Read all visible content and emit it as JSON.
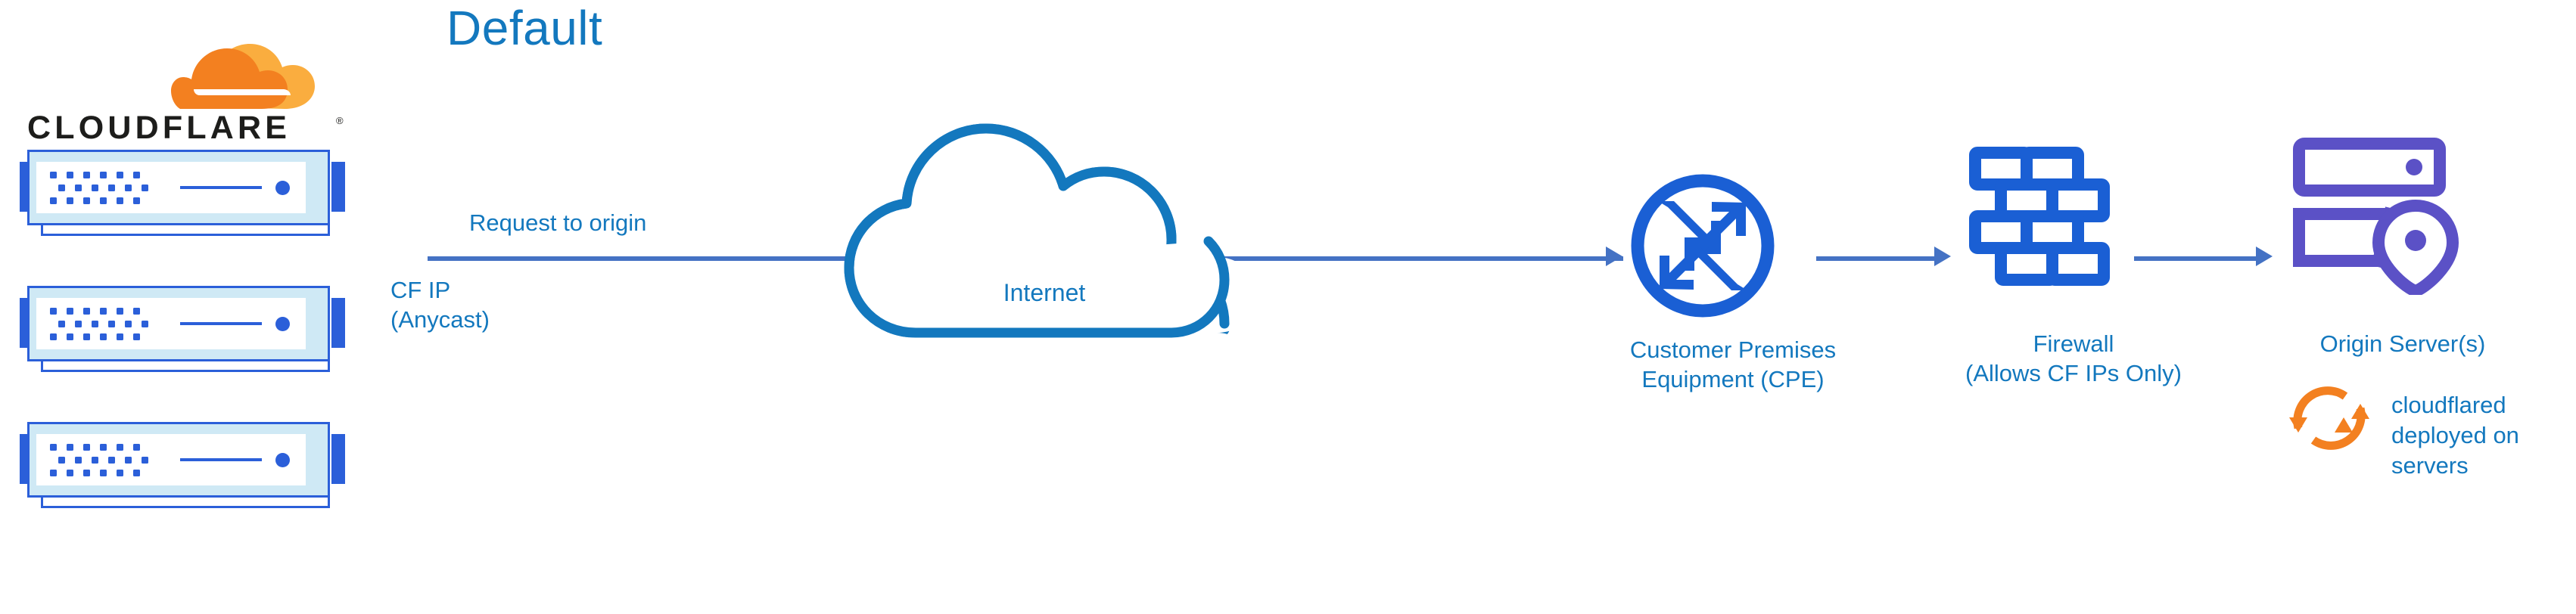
{
  "diagram": {
    "title": "Default",
    "theme": {
      "title_blue": "#1378BE",
      "label_blue": "#1378BE",
      "icon_blue": "#1A5FD4",
      "arrow_blue": "#4472C4",
      "origin_purple": "#5B51C6",
      "cloudflare_orange": "#F38020",
      "cloudflare_orange_light": "#FAAD3F",
      "rack_fill": "#CFE9F5",
      "background": "#FFFFFF"
    },
    "brand": {
      "logo_name": "cloudflare-logo",
      "wordmark": "CLOUDFLARE",
      "registered_mark": "®"
    },
    "nodes": [
      {
        "id": "cloudflare-edge",
        "icon": "server-rack-icon",
        "count": 3,
        "labels": [
          "CF IP",
          "(Anycast)"
        ]
      },
      {
        "id": "internet",
        "icon": "cloud-icon",
        "label": "Internet"
      },
      {
        "id": "cpe",
        "icon": "router-icon",
        "label_line1": "Customer Premises",
        "label_line2": "Equipment (CPE)"
      },
      {
        "id": "firewall",
        "icon": "brick-wall-icon",
        "label_line1": "Firewall",
        "label_line2": "(Allows CF IPs Only)"
      },
      {
        "id": "origin",
        "icon": "server-location-pin-icon",
        "label": "Origin Server(s)",
        "note_icon": "sync-refresh-icon",
        "note_line1": "cloudflared",
        "note_line2": "deployed on",
        "note_line3": "servers"
      }
    ],
    "edges": [
      {
        "id": "edge-edge-to-cpe",
        "label": "Request to origin",
        "from": "cloudflare-edge",
        "to": "cpe"
      },
      {
        "id": "edge-cpe-to-firewall",
        "label": "",
        "from": "cpe",
        "to": "firewall"
      },
      {
        "id": "edge-firewall-to-origin",
        "label": "",
        "from": "firewall",
        "to": "origin"
      }
    ],
    "labels": {
      "request_to_origin": "Request to origin",
      "cf_ip": "CF IP",
      "anycast": "(Anycast)",
      "internet": "Internet",
      "cpe_line1": "Customer Premises",
      "cpe_line2": "Equipment (CPE)",
      "firewall_line1": "Firewall",
      "firewall_line2": "(Allows CF IPs Only)",
      "origin": "Origin Server(s)",
      "cloudflared_line1": "cloudflared",
      "cloudflared_line2": "deployed on",
      "cloudflared_line3": "servers"
    }
  }
}
